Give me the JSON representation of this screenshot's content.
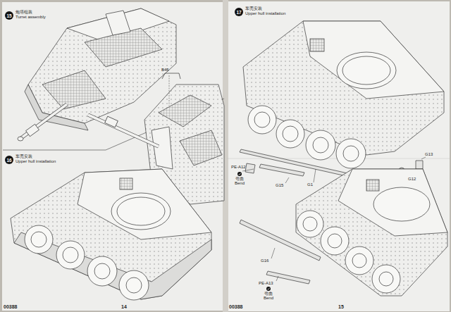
{
  "diagram": {
    "nodes": [
      {
        "text": [
          "15"
        ]
      },
      {
        "text": [
          "16"
        ]
      },
      {
        "text": [
          "17"
        ]
      }
    ],
    "labels": [
      "炮塔组装",
      "Turret assembly",
      "B45",
      "车壳安装",
      "Upper hull installation",
      "车壳安装",
      "Upper hull installation",
      "PE-A12",
      "弯曲",
      "Bend",
      "G15",
      "G1",
      "G13",
      "G12",
      "G16",
      "PE-A13",
      "弯曲",
      "Bend",
      "00388",
      "14",
      "00388",
      "15"
    ]
  }
}
